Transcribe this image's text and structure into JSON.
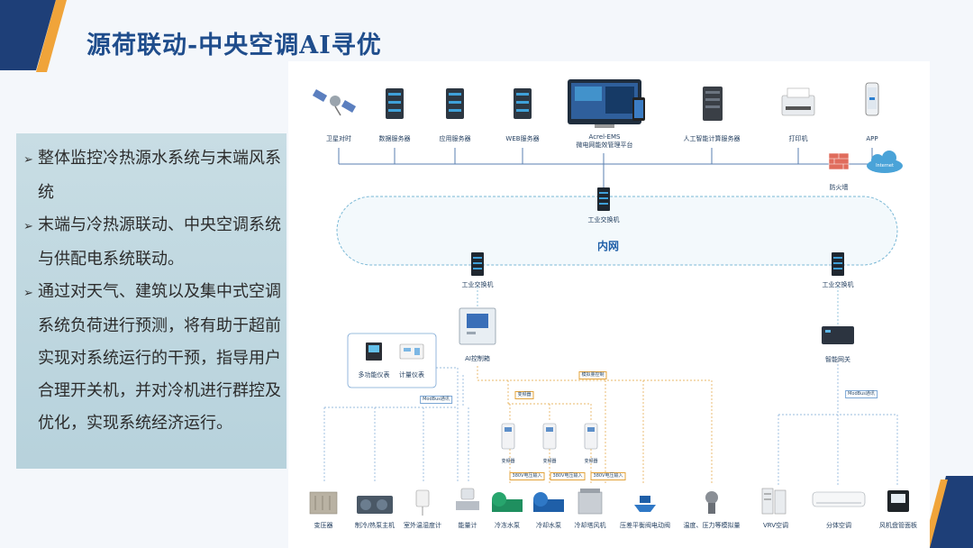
{
  "title": "源荷联动-中央空调AI寻优",
  "bullets": [
    "整体监控冷热源水系统与末端风系统",
    "末端与冷热源联动、中央空调系统与供配电系统联动。",
    "通过对天气、建筑以及集中式空调系统负荷进行预测，将有助于超前实现对系统运行的干预，指导用户合理开关机，并对冷机进行群控及优化，实现系统经济运行。"
  ],
  "bullet_marker": "➢",
  "top_row": {
    "satellite": "卫星对时",
    "db_server": "数据服务器",
    "app_server": "应用服务器",
    "web_server": "WEB服务器",
    "platform_line1": "Acrel-EMS",
    "platform_line2": "微电网能效管理平台",
    "ai_server": "人工智能计算服务器",
    "printer": "打印机",
    "app": "APP"
  },
  "firewall": "防火墙",
  "internet": "Internet",
  "switch_top": "工业交换机",
  "intranet": "内网",
  "switch_left": "工业交换机",
  "switch_right": "工业交换机",
  "ai_controller": "AI控制箱",
  "gateway": "智能网关",
  "meters": {
    "multi": "多功能仪表",
    "meter": "计量仪表"
  },
  "tags": {
    "modbus_left": "ModBus通讯",
    "modbus_right": "ModBus通讯",
    "vfd_control": "变频器",
    "analog_control": "模拟量控制",
    "v380_1": "380V电压输入",
    "v380_2": "380V电压输入",
    "v380_3": "380V电压输入"
  },
  "vfd": [
    "变频器",
    "变频器",
    "变频器"
  ],
  "bottom_row": {
    "transformer": "变压器",
    "chiller": "制冷/热泵主机",
    "outdoor_sensor": "室外温湿度计",
    "energy_meter": "能量计",
    "chw_pump": "冷冻水泵",
    "cw_pump": "冷却水泵",
    "cooling_tower": "冷却塔风机",
    "valve": "压差平衡阀电动阀",
    "transmitter": "温度、压力等模拟量",
    "vrv": "VRV空调",
    "split_ac": "分体空调",
    "fcu_panel": "风机盘管面板"
  },
  "colors": {
    "title": "#1f4d8c",
    "accent_navy": "#1e3f78",
    "accent_orange": "#f0a43a",
    "textbox": "#bcd4de",
    "bus_line": "#5a7fb0",
    "dashed_orange": "#e3a33a",
    "dashed_blue": "#7aa6d4"
  }
}
